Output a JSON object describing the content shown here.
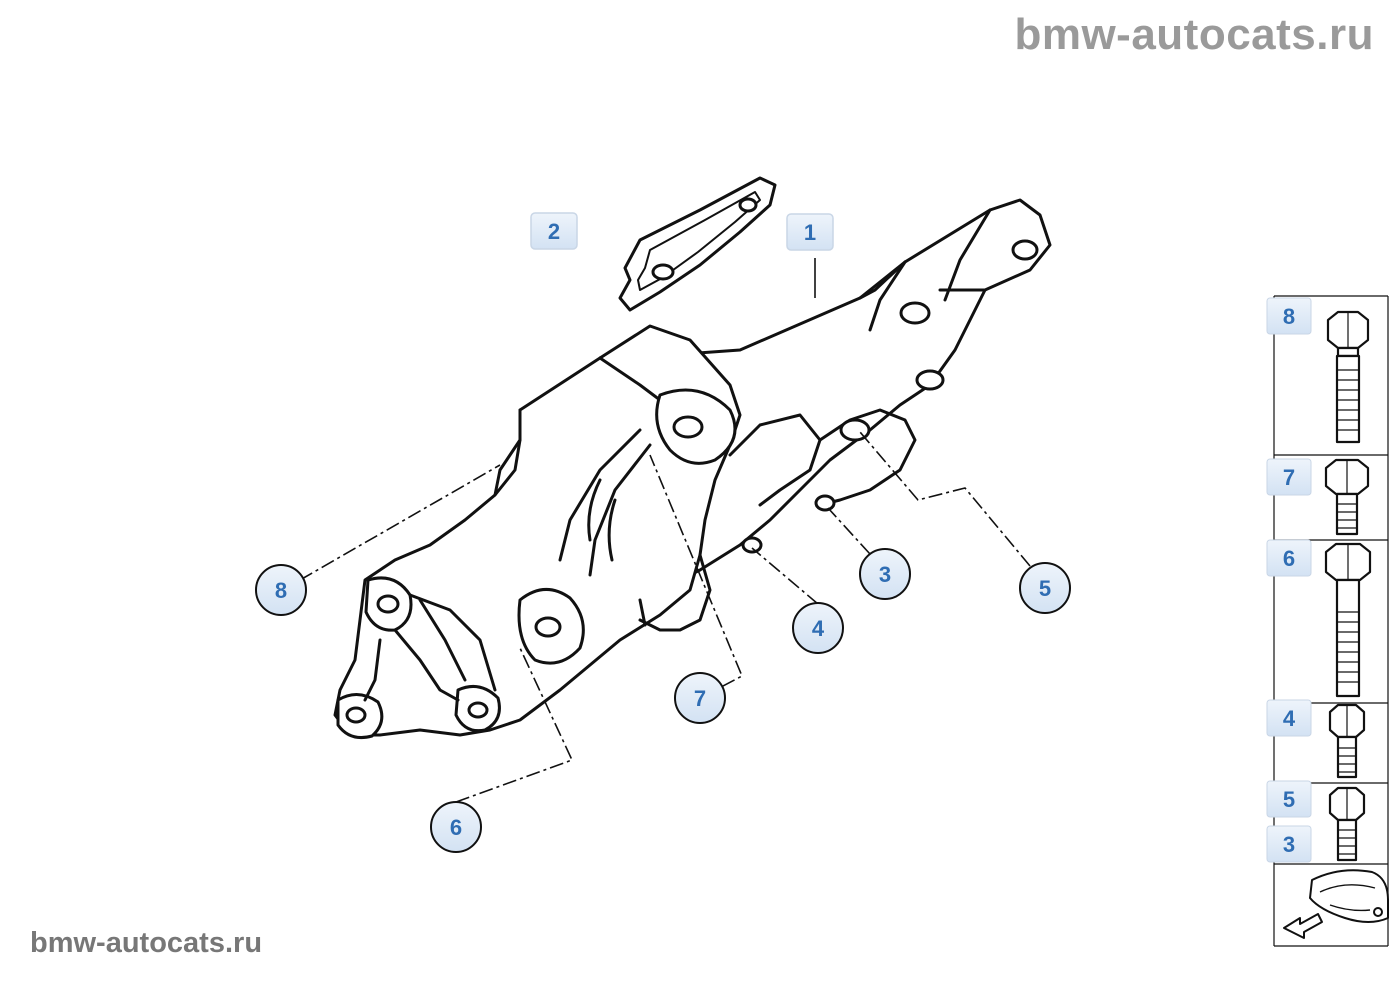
{
  "watermark": {
    "top": "bmw-autocats.ru",
    "bottom": "bmw-autocats.ru"
  },
  "callouts": {
    "c1": "1",
    "c2": "2",
    "c3": "3",
    "c4": "4",
    "c5": "5",
    "c6": "6",
    "c7": "7",
    "c8": "8"
  },
  "parts_panel": {
    "items": [
      "8",
      "7",
      "6",
      "4",
      "5",
      "3"
    ],
    "nav_icon": "car-front-arrow-icon"
  },
  "colors": {
    "callout_fill": "#dde8f5",
    "callout_text": "#2f6db3",
    "line": "#111111"
  }
}
